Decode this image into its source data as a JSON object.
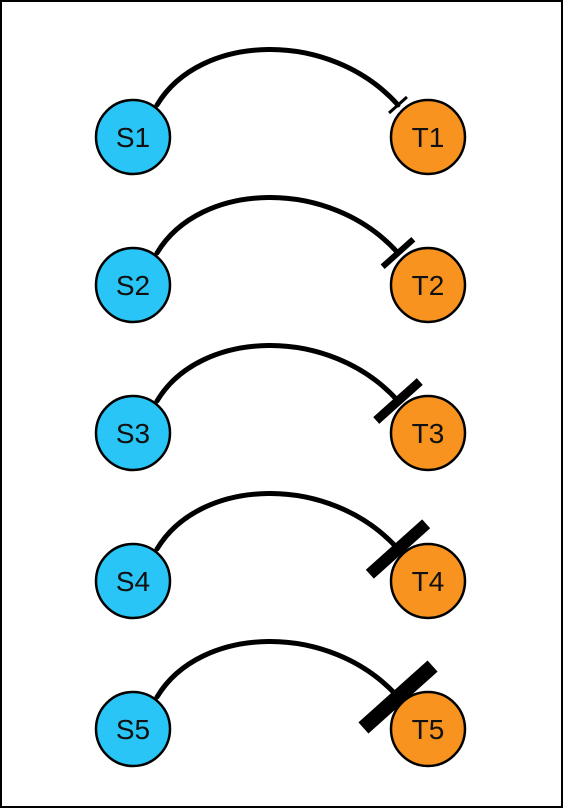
{
  "colors": {
    "source": "#29C5F6",
    "target": "#F7931E",
    "stroke": "#000000",
    "frame": "#000000"
  },
  "pairs": [
    {
      "source": "S1",
      "target": "T1",
      "inhibition_strength": 1
    },
    {
      "source": "S2",
      "target": "T2",
      "inhibition_strength": 2
    },
    {
      "source": "S3",
      "target": "T3",
      "inhibition_strength": 3
    },
    {
      "source": "S4",
      "target": "T4",
      "inhibition_strength": 4
    },
    {
      "source": "S5",
      "target": "T5",
      "inhibition_strength": 5
    }
  ]
}
